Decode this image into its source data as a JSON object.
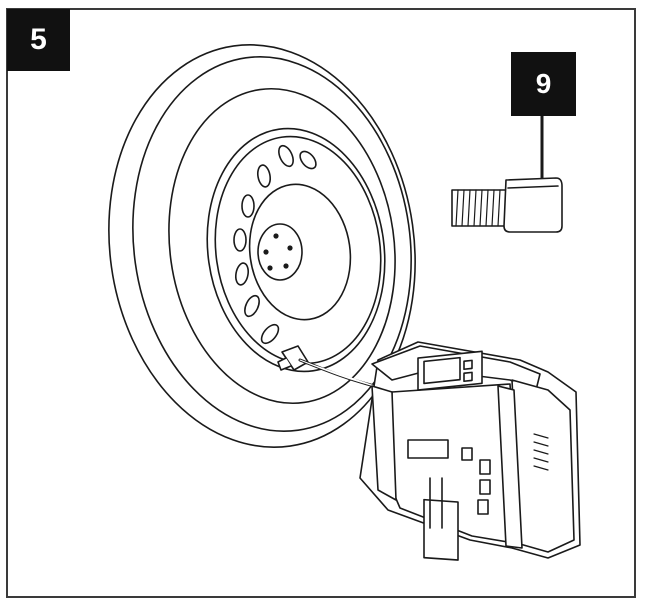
{
  "step": {
    "number": "5"
  },
  "callout": {
    "number": "9"
  },
  "illustration": {
    "subject": "tire-inflation-with-portable-compressor",
    "line_color": "#1a1a1a",
    "fill_color": "#ffffff"
  }
}
